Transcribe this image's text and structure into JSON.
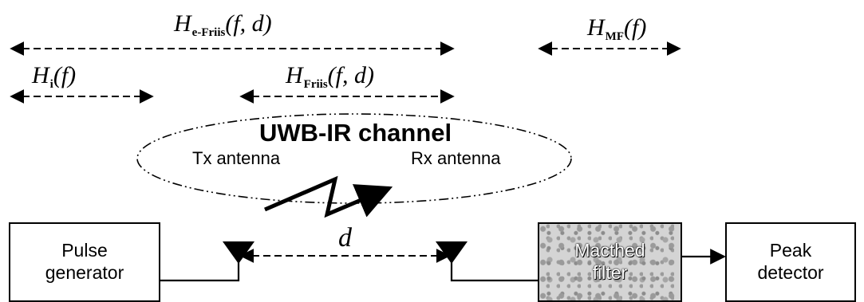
{
  "labels": {
    "h_efriis": {
      "var": "H",
      "sub": "e-Friis",
      "args": "(f, d)"
    },
    "h_mf": {
      "var": "H",
      "sub": "MF",
      "args": "(f)"
    },
    "h_i": {
      "var": "H",
      "sub": "i",
      "args": "(f)"
    },
    "h_friis": {
      "var": "H",
      "sub": "Friis",
      "args": "(f, d)"
    },
    "distance": "d"
  },
  "channel": {
    "title": "UWB-IR channel"
  },
  "antennas": {
    "tx": "Tx antenna",
    "rx": "Rx antenna"
  },
  "blocks": {
    "pulse_generator": [
      "Pulse",
      "generator"
    ],
    "matched_filter": [
      "Macthed",
      "filter"
    ],
    "peak_detector": [
      "Peak",
      "detector"
    ]
  },
  "colors": {
    "line": "#000000",
    "filter_fill": "#d4d4d4"
  }
}
